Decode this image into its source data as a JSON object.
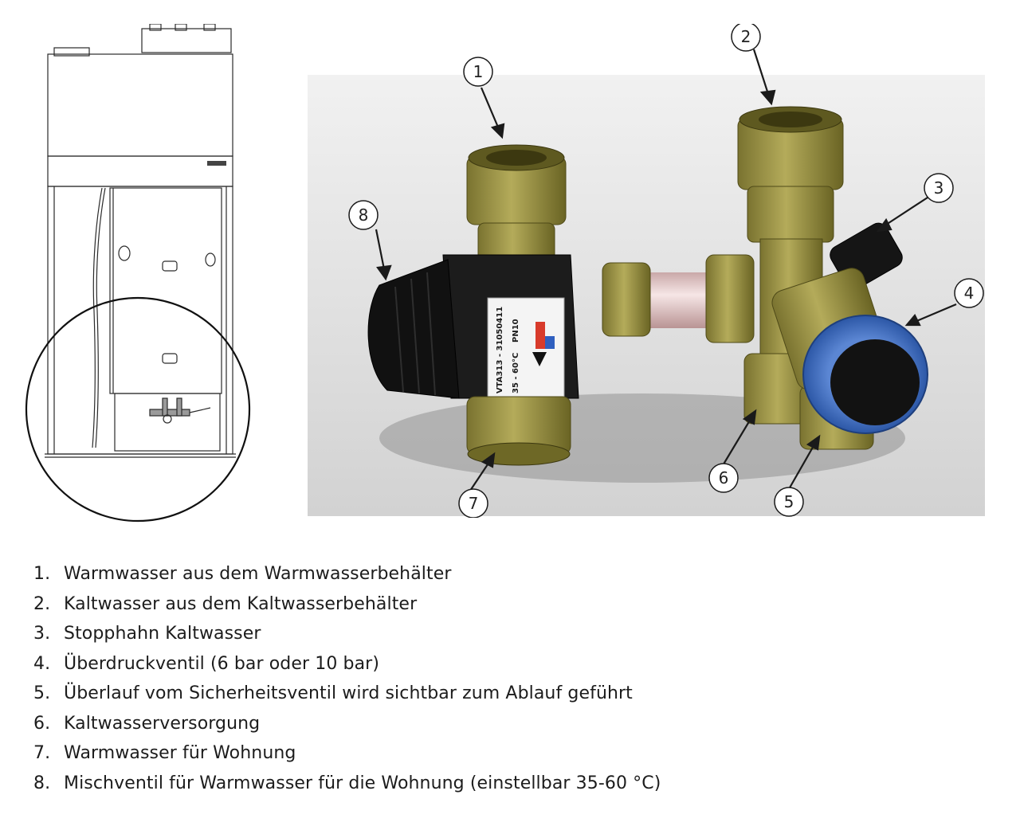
{
  "unit_nameplate": "",
  "label_print": {
    "article": "VTA313 - 31050411",
    "range": "35 - 60°C",
    "pressure": "PN10"
  },
  "callouts": [
    {
      "number": "1"
    },
    {
      "number": "2"
    },
    {
      "number": "3"
    },
    {
      "number": "4"
    },
    {
      "number": "5"
    },
    {
      "number": "6"
    },
    {
      "number": "7"
    },
    {
      "number": "8"
    }
  ],
  "legend": [
    {
      "num": "1.",
      "text": "Warmwasser aus dem Warmwasserbehälter"
    },
    {
      "num": "2.",
      "text": "Kaltwasser aus dem Kaltwasserbehälter"
    },
    {
      "num": "3.",
      "text": "Stopphahn Kaltwasser"
    },
    {
      "num": "4.",
      "text": "Überdruckventil (6 bar oder 10 bar)"
    },
    {
      "num": "5.",
      "text": "Überlauf vom Sicherheitsventil wird sichtbar zum Ablauf geführt"
    },
    {
      "num": "6.",
      "text": "Kaltwasserversorgung"
    },
    {
      "num": "7.",
      "text": "Warmwasser für Wohnung"
    },
    {
      "num": "8.",
      "text": "Mischventil für Warmwasser für die Wohnung (einstellbar 35-60 °C)"
    }
  ],
  "colors": {
    "brass": "#a39a4a",
    "brass_dark": "#6e6826",
    "valve_black": "#1c1c1c",
    "safety_blue": "#3f6fc0",
    "pipe_pink": "#e9c9c9",
    "background_gray": "#dcdcdc"
  }
}
